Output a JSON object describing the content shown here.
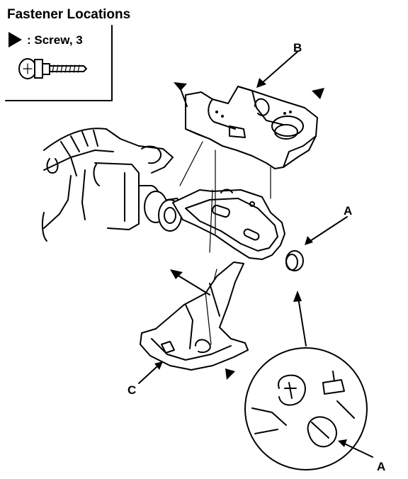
{
  "diagram": {
    "title": "Fastener Locations",
    "legend": {
      "symbol": "triangle-marker",
      "label": ": Screw, 3"
    },
    "callouts": {
      "b": "B",
      "a_top": "A",
      "c": "C",
      "a_bottom": "A"
    }
  }
}
